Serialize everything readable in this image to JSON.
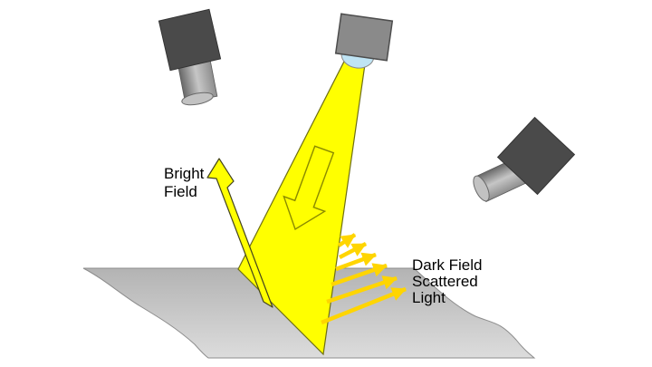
{
  "labels": {
    "bright_field": "Bright\nField",
    "dark_field": "Dark Field\nScattered\nLight"
  },
  "icons": {
    "bright_field_camera": "camera-icon",
    "dark_field_camera": "camera-icon",
    "light_source": "light-source-icon",
    "lens": "lens-icon",
    "beam": "illumination-beam",
    "beam_direction": "down-arrow-icon",
    "bright_field_ray": "up-left-arrow-icon",
    "scattered_rays": "scatter-arrows-icon"
  },
  "colors": {
    "background": "#ffffff",
    "beam_yellow": "#ffff00",
    "scatter_gold": "#ffd500",
    "beam_outline": "#6e6e14",
    "camera_body_gray": "#4a4a4a",
    "lamp_body_gray": "#8a8a8a",
    "lens_blue": "#bfe4f4",
    "surface_top_gray": "#b3b3b3",
    "surface_bottom_gray": "#d9d9d9",
    "label_text": "#000000"
  }
}
